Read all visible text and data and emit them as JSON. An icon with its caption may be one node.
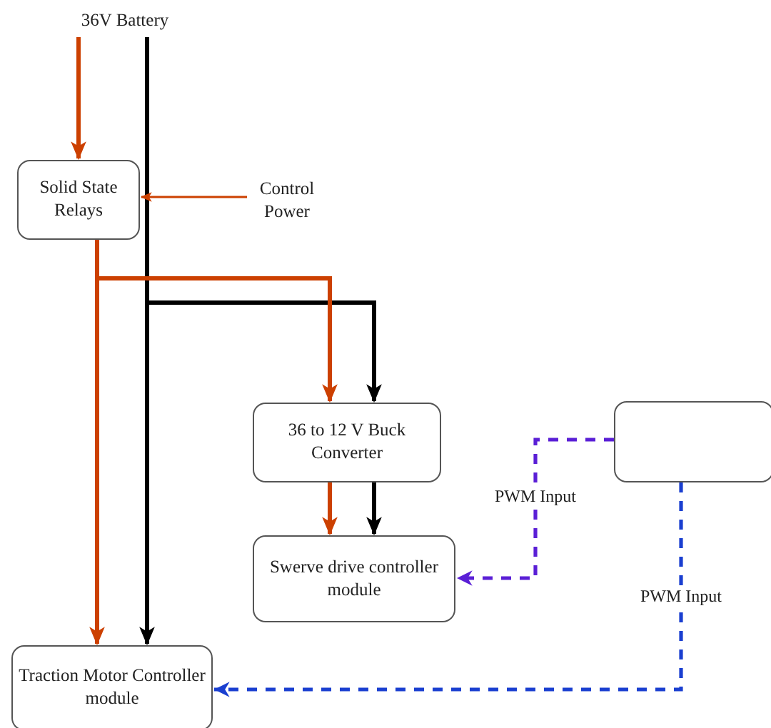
{
  "diagram": {
    "nodes": [
      {
        "text": [
          "36V Battery"
        ]
      },
      {
        "text": [
          "Solid State Relays"
        ]
      },
      {
        "text": [
          "Control Power"
        ]
      },
      {
        "text": [
          "36 to 12 V Buck Converter"
        ]
      },
      {
        "text": [
          "Swerve drive controller module"
        ]
      },
      {
        "text": [],
        "shape": "box"
      },
      {
        "text": [
          "Traction Motor Controller module"
        ]
      }
    ],
    "edges": [
      {
        "from": 0,
        "to": 1,
        "arrow": "to"
      },
      {
        "from": 0,
        "to": 6,
        "arrow": "to",
        "color": "#000000"
      },
      {
        "from": 0,
        "to": 3,
        "arrow": "to",
        "color": "#000000"
      },
      {
        "from": 1,
        "to": 6,
        "arrow": "to"
      },
      {
        "from": 1,
        "to": 3,
        "arrow": "to"
      },
      {
        "from": 3,
        "to": 4,
        "arrow": "to"
      },
      {
        "from": 3,
        "to": 4,
        "arrow": "to",
        "color": "#000000"
      },
      {
        "from": 5,
        "to": 4,
        "arrow": "to",
        "label": "PWM Input",
        "style": "dashed",
        "color": "#5a1fd6"
      },
      {
        "from": 5,
        "to": 6,
        "arrow": "to",
        "label": "PWM Input",
        "style": "dashed",
        "color": "#1a3fd0"
      },
      {
        "from": 2,
        "to": 1,
        "arrow": "to"
      }
    ]
  }
}
